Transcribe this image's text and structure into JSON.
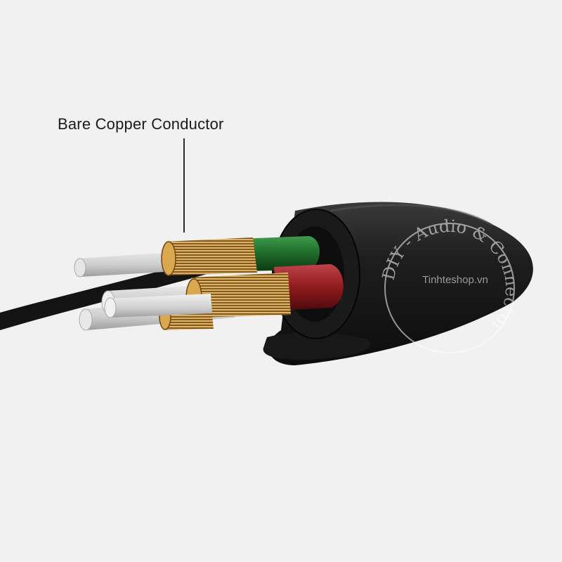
{
  "callout": {
    "label": "Bare Copper Conductor"
  },
  "watermark": {
    "ring_text": "DIY - Audio & Connector",
    "center_text": "Tinhteshop.vn"
  },
  "colors": {
    "background": "#f1f1f1",
    "jacket": "#1c1c1c",
    "copper": "#b8822e",
    "wire_green": "#1e6b2a",
    "wire_red": "#8e1a1e",
    "filler": "#d9d9d9"
  }
}
